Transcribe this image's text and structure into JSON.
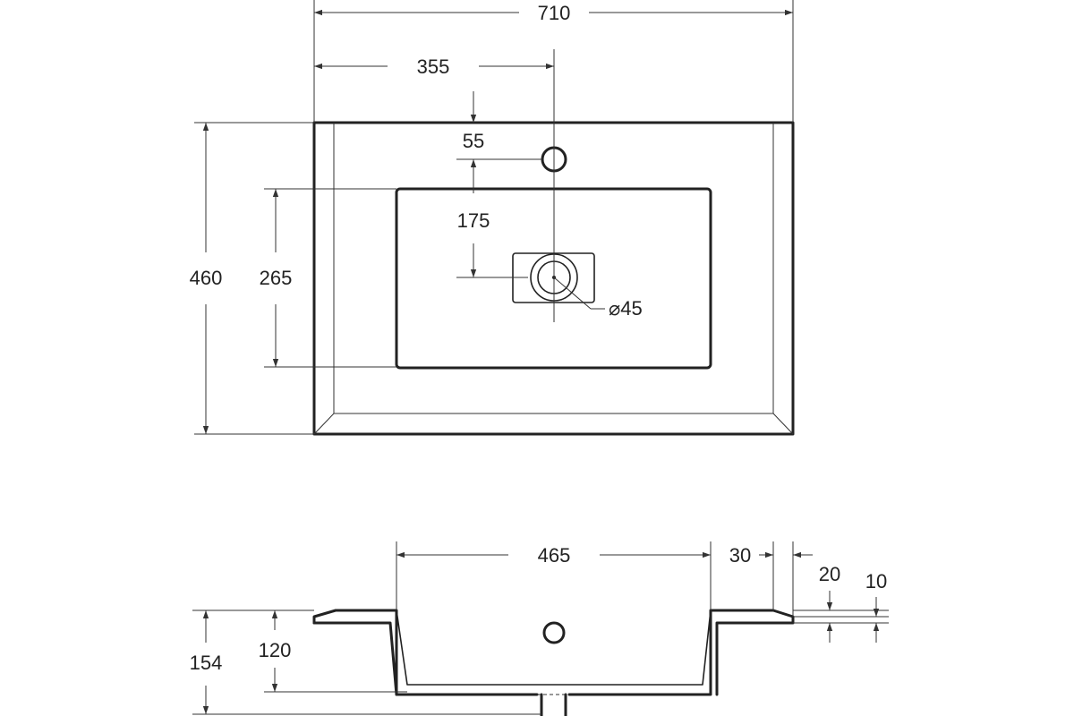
{
  "drawing": {
    "top_view": {
      "width": "710",
      "center_offset": "355",
      "depth": "460",
      "bowl_depth": "265",
      "tap_hole_offset": "55",
      "drain_offset": "175",
      "drain_diameter": "⌀45"
    },
    "side_view": {
      "bowl_width": "465",
      "rim_width": "30",
      "rim_thickness": "20",
      "edge_thickness": "10",
      "total_height": "154",
      "bowl_height": "120"
    }
  }
}
